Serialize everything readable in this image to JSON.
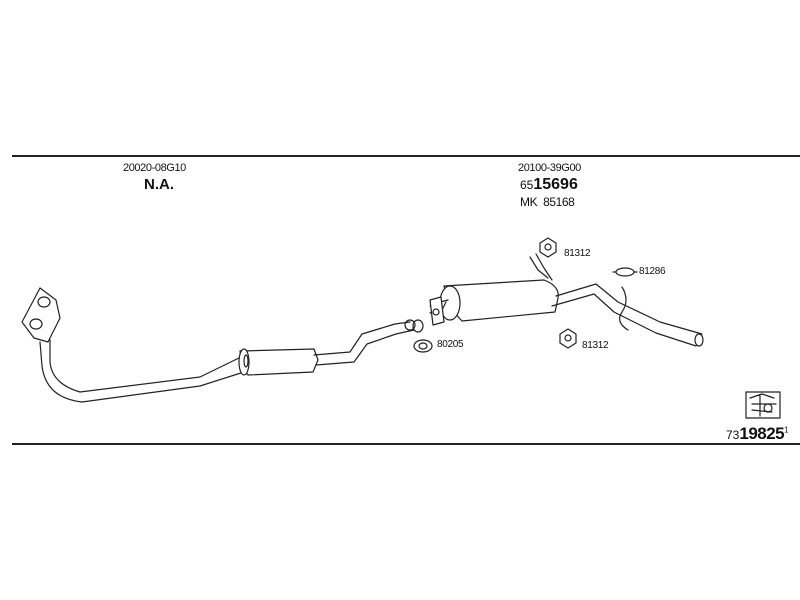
{
  "front_section": {
    "part_number": "20020-08G10",
    "status": "N.A."
  },
  "rear_section": {
    "part_number": "20100-39G00",
    "code_prefix": "65",
    "code_main": "15696",
    "mk_label": "MK",
    "mk_number": "85168"
  },
  "callouts": {
    "gasket": "80205",
    "bracket_top": "81312",
    "bracket_bottom": "81312",
    "hanger": "81286"
  },
  "diagram_ref": {
    "prefix": "73",
    "main": "19825",
    "suffix": "1"
  },
  "colors": {
    "line": "#222222",
    "background": "#ffffff"
  },
  "icons": [
    "bracket-icon",
    "hanger-ring-icon",
    "gasket-icon",
    "reference-symbol-icon"
  ]
}
